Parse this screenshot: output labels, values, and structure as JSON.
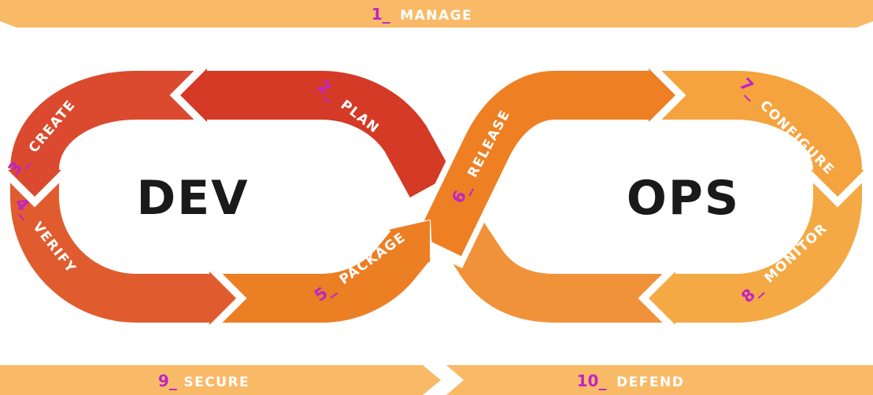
{
  "colors": {
    "banner": "#F9BA68",
    "plan": "#D43A26",
    "create": "#DB4A2E",
    "verify": "#E05C2F",
    "package": "#EC7E23",
    "release": "#EE7F23",
    "return_segment": "#F0923A",
    "configure": "#F5A33E",
    "monitor": "#F5A944",
    "number": "#BE25C8",
    "label": "#FFFFFF",
    "loop_text": "#1A1A1A"
  },
  "banners": {
    "top": {
      "num": "1_",
      "label": "MANAGE"
    },
    "bottom_left": {
      "num": "9_",
      "label": "SECURE"
    },
    "bottom_right": {
      "num": "10_",
      "label": "DEFEND"
    }
  },
  "loops": {
    "dev": "DEV",
    "ops": "OPS"
  },
  "segments": {
    "plan": {
      "num": "2_",
      "label": "PLAN"
    },
    "create": {
      "num": "3_",
      "label": "CREATE"
    },
    "verify": {
      "num": "4_",
      "label": "VERIFY"
    },
    "package": {
      "num": "5_",
      "label": "PACKAGE"
    },
    "release": {
      "num": "6_",
      "label": "RELEASE"
    },
    "configure": {
      "num": "7_",
      "label": "CONFIGURE"
    },
    "monitor": {
      "num": "8_",
      "label": "MONITOR"
    }
  }
}
